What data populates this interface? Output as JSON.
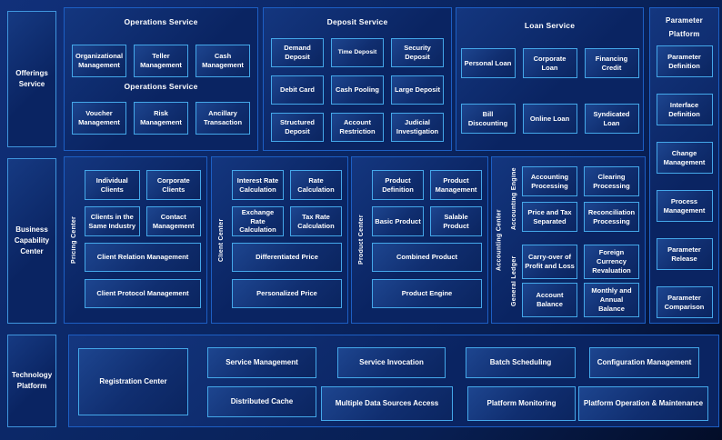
{
  "colors": {
    "background": "#0a2361",
    "panel_border": "#1d5fc4",
    "box_border": "#44a8ea",
    "text": "#ffffff"
  },
  "sidebar": {
    "offerings_label": "Offerings Service",
    "business_label": "Business Capability Center",
    "technology_label": "Technology Platform"
  },
  "operations": {
    "title": "Operations Service",
    "mid_title": "Operations Service",
    "row1": [
      "Organizational Management",
      "Teller Management",
      "Cash Management"
    ],
    "row2": [
      "Voucher Management",
      "Risk Management",
      "Ancillary Transaction"
    ]
  },
  "deposit": {
    "title": "Deposit Service",
    "row1": [
      "Demand Deposit",
      "Time Deposit",
      "Security Deposit"
    ],
    "row2": [
      "Debit Card",
      "Cash Pooling",
      "Large Deposit"
    ],
    "row3": [
      "Structured Deposit",
      "Account Restriction",
      "Judicial Investigation"
    ]
  },
  "loan": {
    "title": "Loan Service",
    "row1": [
      "Personal Loan",
      "Corporate Loan",
      "Financing Credit"
    ],
    "row2": [
      "Bill Discounting",
      "Online Loan",
      "Syndicated Loan"
    ]
  },
  "parameter": {
    "title": "Parameter Platform",
    "items": [
      "Parameter Definition",
      "Interface Definition",
      "Change Management",
      "Process Management",
      "Parameter Release",
      "Parameter Comparison"
    ]
  },
  "pricing_center": {
    "label": "Pricing Center",
    "row1": [
      "Individual Clients",
      "Corporate Clients"
    ],
    "row2": [
      "Clients in the Same Industry",
      "Contact Management"
    ],
    "wide1": "Client Relation Management",
    "wide2": "Client Protocol Management"
  },
  "client_center": {
    "label": "Client Center",
    "row1": [
      "Interest Rate Calculation",
      "Rate Calculation"
    ],
    "row2": [
      "Exchange Rate Calculation",
      "Tax Rate Calculation"
    ],
    "wide1": "Differentiated Price",
    "wide2": "Personalized Price"
  },
  "product_center": {
    "label": "Product Center",
    "row1": [
      "Product Definition",
      "Product Management"
    ],
    "row2": [
      "Basic Product",
      "Salable Product"
    ],
    "wide1": "Combined Product",
    "wide2": "Product Engine"
  },
  "accounting_center": {
    "label": "Accounting Center",
    "engine": {
      "label": "Accounting Engine",
      "row1": [
        "Accounting Processing",
        "Clearing Processing"
      ],
      "row2": [
        "Price and Tax Separated",
        "Reconciliation Processing"
      ]
    },
    "ledger": {
      "label": "General Ledger",
      "row1": [
        "Carry-over of Profit and Loss",
        "Foreign Currency Revaluation"
      ],
      "row2": [
        "Account Balance",
        "Monthly and Annual Balance"
      ]
    }
  },
  "technology": {
    "registration": "Registration Center",
    "row1": [
      "Service Management",
      "Service Invocation",
      "Batch Scheduling",
      "Configuration Management"
    ],
    "row2": [
      "Distributed Cache",
      "Multiple Data Sources Access",
      "Platform Monitoring",
      "Platform Operation & Maintenance"
    ]
  }
}
